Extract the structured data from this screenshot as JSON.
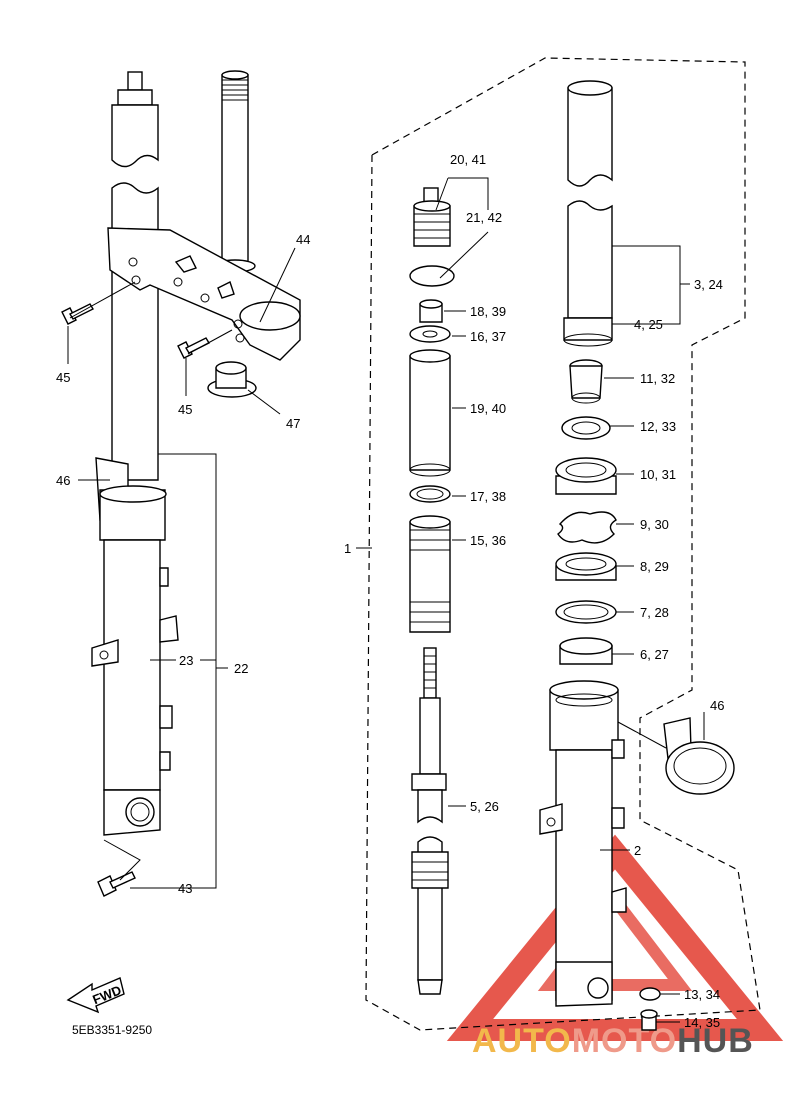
{
  "diagram_code": "5EB3351-9250",
  "fwd_label": "FWD",
  "watermark": {
    "part1": "AUTO",
    "part2": "MOTO",
    "part3": "HUB",
    "color1": "#f2b84b",
    "color2": "#ef9a8a",
    "color3": "#555555",
    "triangle_color": "#e23b2e"
  },
  "callouts": {
    "c1": "1",
    "c2": "2",
    "c3_24": "3, 24",
    "c4_25": "4, 25",
    "c5_26": "5, 26",
    "c6_27": "6, 27",
    "c7_28": "7, 28",
    "c8_29": "8, 29",
    "c9_30": "9, 30",
    "c10_31": "10, 31",
    "c11_32": "11, 32",
    "c12_33": "12, 33",
    "c13_34": "13, 34",
    "c14_35": "14, 35",
    "c15_36": "15, 36",
    "c16_37": "16, 37",
    "c17_38": "17, 38",
    "c18_39": "18, 39",
    "c19_40": "19, 40",
    "c20_41": "20, 41",
    "c21_42": "21, 42",
    "c22": "22",
    "c23": "23",
    "c43": "43",
    "c44": "44",
    "c45a": "45",
    "c45b": "45",
    "c46a": "46",
    "c46b": "46",
    "c47": "47"
  }
}
